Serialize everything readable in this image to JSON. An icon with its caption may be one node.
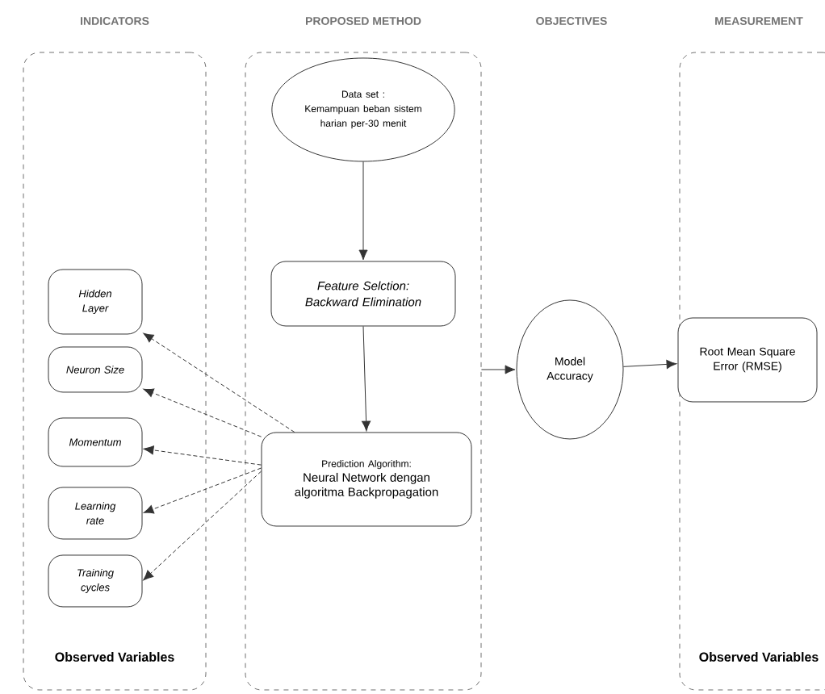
{
  "diagram": {
    "nodes": [
      {
        "text": [
          "INDICATORS",
          "Observed Variables"
        ]
      },
      {
        "text": [
          "Hidden Layer"
        ],
        "in": 0
      },
      {
        "text": [
          "Neuron Size"
        ],
        "in": 0
      },
      {
        "text": [
          "Momentum"
        ],
        "in": 0
      },
      {
        "text": [
          "Learning rate"
        ],
        "in": 0
      },
      {
        "text": [
          "Training cycles"
        ],
        "in": 0
      },
      {
        "text": [
          "PROPOSED METHOD"
        ]
      },
      {
        "text": [
          "Data set :",
          "Kemampuan beban sistem harian per-30 menit"
        ],
        "in": 6
      },
      {
        "text": [
          "Feature Selction: Backward Elimination"
        ],
        "in": 6
      },
      {
        "text": [
          "Prediction Algorithm:",
          "Neural Network dengan algoritma Backpropagation"
        ],
        "in": 6
      },
      {
        "text": [
          "Model Accuracy"
        ]
      },
      {
        "text": [
          "MEASUREMENT",
          "Observed Variables"
        ]
      },
      {
        "text": [
          "Root Mean Square Error (RMSE)"
        ],
        "in": 11
      }
    ],
    "edges": [
      {
        "from": 7,
        "to": 8,
        "arrow": "to"
      },
      {
        "from": 8,
        "to": 9,
        "arrow": "to"
      },
      {
        "from": 9,
        "to": 1,
        "arrow": "to",
        "style": "dashed"
      },
      {
        "from": 9,
        "to": 2,
        "arrow": "to",
        "style": "dashed"
      },
      {
        "from": 9,
        "to": 3,
        "arrow": "to",
        "style": "dashed"
      },
      {
        "from": 9,
        "to": 4,
        "arrow": "to",
        "style": "dashed"
      },
      {
        "from": 9,
        "to": 5,
        "arrow": "to",
        "style": "dashed"
      },
      {
        "from": 6,
        "to": 10,
        "arrow": "to"
      },
      {
        "from": 10,
        "to": 12,
        "arrow": "to"
      }
    ],
    "labels": [
      "OBJECTIVES"
    ]
  }
}
